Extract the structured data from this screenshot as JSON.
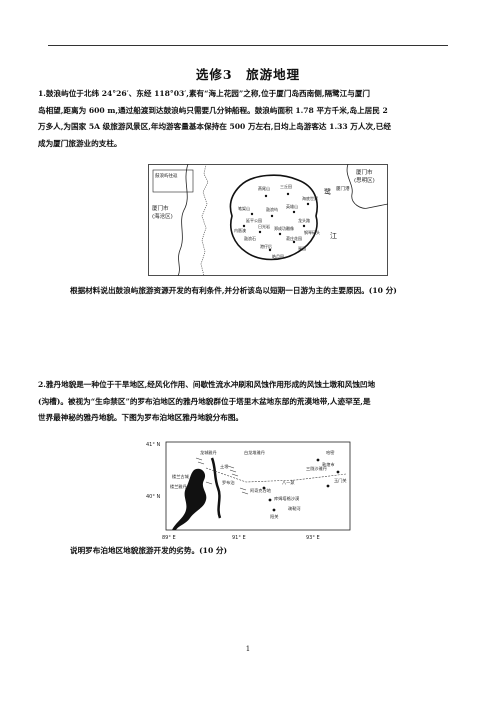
{
  "title": "选修3　旅游地理",
  "q1": {
    "lines": [
      "1.鼓浪屿位于北纬 24°26′、东经 118°03′,素有“海上花园”之称,位于厦门岛西南侧,隔鹭江与厦门",
      "岛相望,距离为 600 m,通过船渡到达鼓浪屿只需要几分钟船程。鼓浪屿面积 1.78 平方千米,岛上居民 2",
      "万多人,为国家 5A 级旅游风景区,年均游客量基本保持在 500 万左右,日均上岛游客达 1.33 万人次,已经",
      "成为厦门旅游业的支柱。"
    ],
    "map": {
      "left_label_1": "厦门市",
      "left_label_2": "(海沧区)",
      "box_label": "鼓浪屿往返",
      "right_label_1": "厦门市",
      "right_label_2": "(思明区)",
      "dock_label": "厦门港",
      "sea_label_1": "鹭",
      "sea_label_2": "江",
      "places": [
        "笔架山",
        "日光岩",
        "鼓浪石",
        "菽庄花园",
        "皓月园",
        "龙头路",
        "郑成功雕像",
        "钢琴码头",
        "港仔后",
        "鼓浪屿",
        "海底世界",
        "三丘田",
        "琴园",
        "英雄山",
        "延平公园",
        "内厝澳",
        "燕尾山"
      ]
    },
    "question": "根据材料说出鼓浪屿旅游资源开发的有利条件,并分析该岛以短期一日游为主的主要原因。(10 分)"
  },
  "q2": {
    "lines": [
      "2.雅丹地貌是一种位于干旱地区,经风化作用、间歇性流水冲刷和风蚀作用形成的风蚀土墩和风蚀凹地",
      "(沟槽)。被视为“生命禁区”的罗布泊地区的雅丹地貌群位于塔里木盆地东部的荒漠地带,人迹罕至,是",
      "世界最神秘的雅丹地貌。下图为罗布泊地区雅丹地貌分布图。"
    ],
    "map": {
      "lat_top": "41° N",
      "lat_mid": "40° N",
      "lon_1": "89° E",
      "lon_2": "91° E",
      "lon_3": "93° E",
      "places": [
        "龙城雅丹",
        "白龙堆雅丹",
        "三陇沙雅丹",
        "敦煌市",
        "玉门关",
        "八一泉",
        "土垠",
        "楼兰古城",
        "罗布泊",
        "楼兰雅丹",
        "阿奇克谷地",
        "库姆塔格沙漠",
        "阳关",
        "疏勒河",
        "哈密"
      ]
    },
    "question": "说明罗布泊地区地貌旅游开发的劣势。(10 分)"
  },
  "page_number": "1"
}
